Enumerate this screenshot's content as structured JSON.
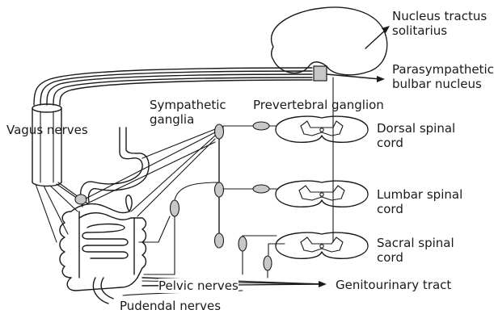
{
  "labels": {
    "nucleus_tractus": "Nucleus tractus\nsolitarius",
    "parasympathetic": "Parasympathetic\nbulbar nucleus",
    "sympathetic_ganglia": "Sympathetic\nganglia",
    "prevertebral_ganglion": "Prevertebral ganglion",
    "vagus_nerves": "Vagus nerves",
    "dorsal_spinal": "Dorsal spinal\ncord",
    "lumbar_spinal": "Lumbar spinal\ncord",
    "sacral_spinal": "Sacral spinal\ncord",
    "pelvic_nerves": "Pelvic nerves",
    "genitourinary": "Genitourinary tract",
    "pudendal_nerves": "Pudendal nerves"
  }
}
